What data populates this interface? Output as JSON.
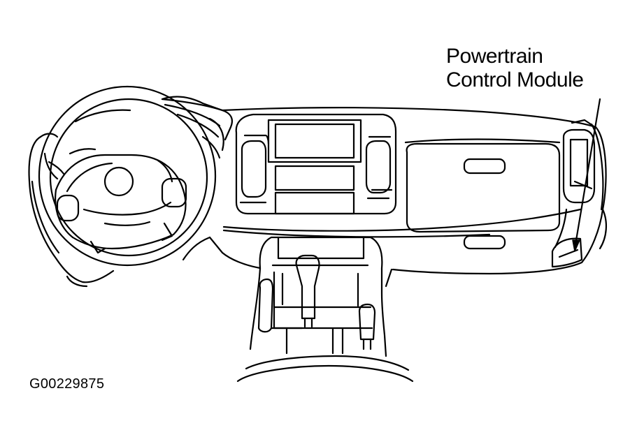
{
  "callout": {
    "line1": "Powertrain",
    "line2": "Control Module"
  },
  "figure_id": "G00229875",
  "colors": {
    "line": "#000000",
    "background": "#ffffff"
  }
}
